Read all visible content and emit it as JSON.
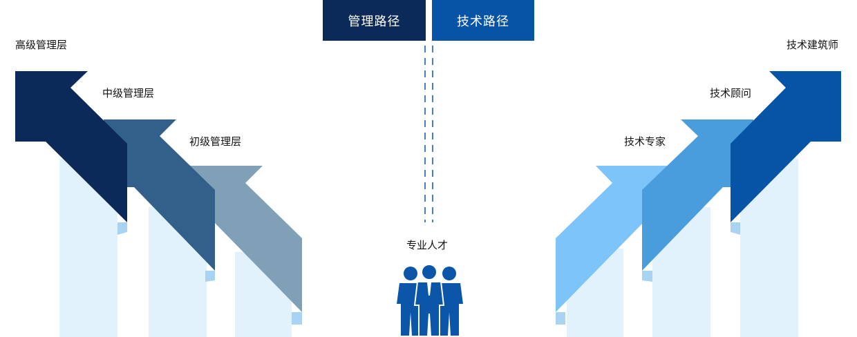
{
  "header": {
    "management_path": "管理路径",
    "technical_path": "技术路径"
  },
  "management_levels": [
    "高级管理层",
    "中级管理层",
    "初级管理层"
  ],
  "technical_levels": [
    "技术建筑师",
    "技术顾问",
    "技术专家"
  ],
  "center": {
    "label": "专业人才",
    "icon": "people-group-icon"
  },
  "colors": {
    "management_button": "#0b2a5a",
    "technical_button": "#0753a5",
    "mgmt_senior": "#0b2a5a",
    "mgmt_middle": "#33608a",
    "mgmt_junior": "#7fa0b6",
    "tech_expert": "#7cc4fa",
    "tech_consultant": "#4a9ddc",
    "tech_architect": "#0753a5",
    "pillar": "#e1f2fc",
    "people": "#0b56a8"
  }
}
